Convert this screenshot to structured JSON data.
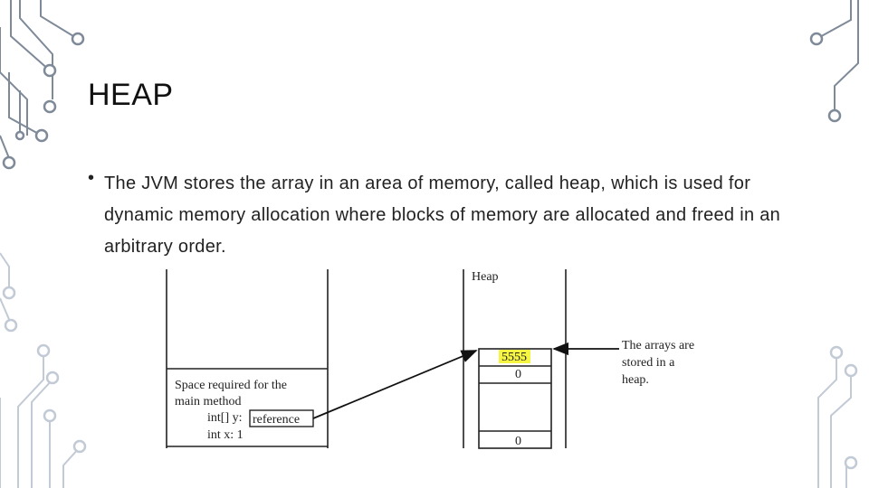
{
  "slide": {
    "title": "HEAP",
    "bullet": "The JVM stores the array in an area of memory, called heap, which is used for dynamic memory allocation where blocks of memory are allocated and freed in an arbitrary order."
  },
  "diagram": {
    "heap_label": "Heap",
    "stack_space_line1": "Space required for the",
    "stack_space_line2": "main method",
    "var_y_label": "int[] y:",
    "var_y_value": "reference",
    "var_x_label": "int x: 1",
    "heap_cell_address": "5555",
    "heap_cell_first": "0",
    "heap_cell_last": "0",
    "callout_line1": "The arrays are",
    "callout_line2": "stored in a",
    "callout_line3": "heap.",
    "highlight_color": "#f5f542"
  },
  "colors": {
    "circuit": "#8a95a5",
    "circuit_light": "#c5ccd6",
    "text": "#222222"
  }
}
